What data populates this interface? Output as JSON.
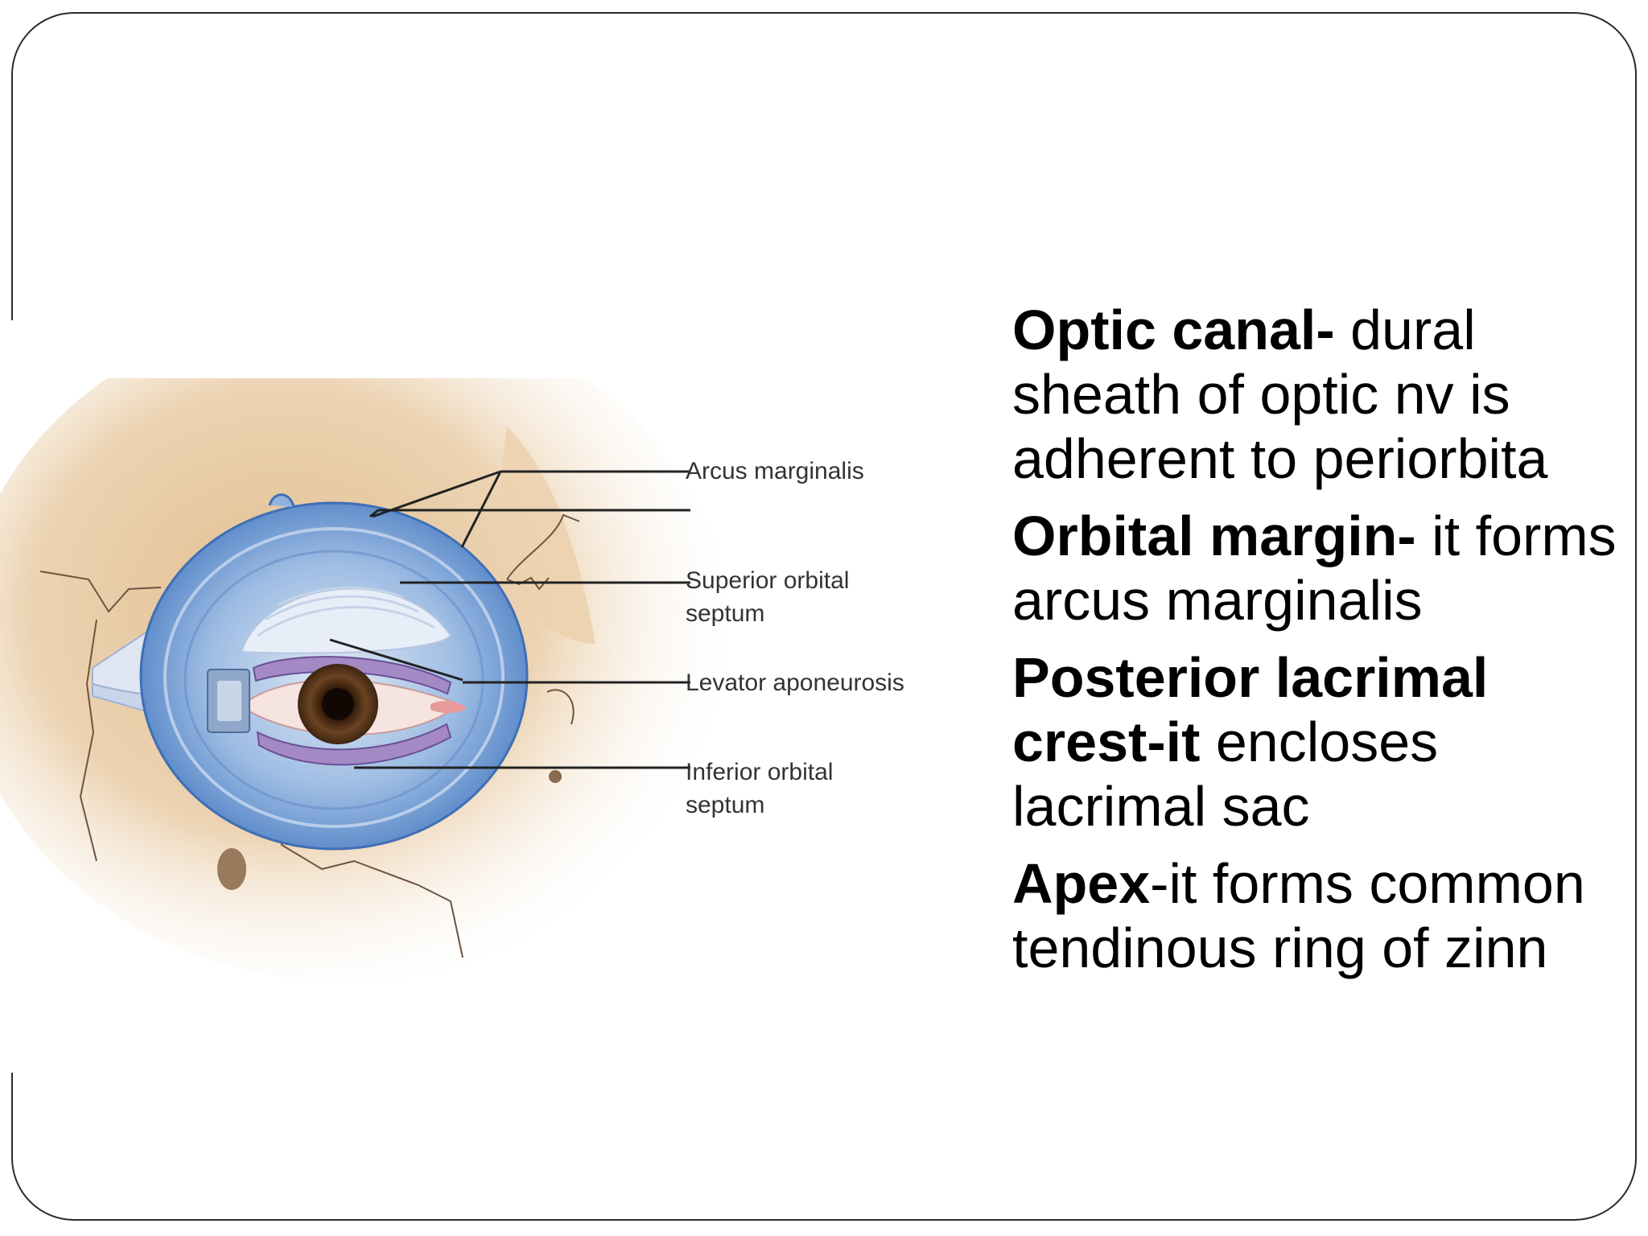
{
  "figure": {
    "labels": [
      {
        "text": "Arcus marginalis"
      },
      {
        "text": "Superior orbital septum"
      },
      {
        "text": "Levator aponeurosis"
      },
      {
        "text": "Inferior orbital septum"
      }
    ]
  },
  "content": {
    "paragraphs": [
      {
        "lead": "Optic canal-",
        "rest": " dural sheath of optic nv is adherent to periorbita"
      },
      {
        "lead": "Orbital margin-",
        "rest": " it forms arcus marginalis"
      },
      {
        "lead": "Posterior lacrimal crest-it",
        "rest": " encloses lacrimal sac"
      },
      {
        "lead": "Apex",
        "rest": "-it forms common tendinous ring of zinn"
      }
    ]
  },
  "colors": {
    "skin": "#e8c9a0",
    "septum_blue": "#8fb2de",
    "septum_dark": "#3f6fb5",
    "tarsus_purple": "#a38ac4",
    "iris": "#5a3a1d"
  }
}
